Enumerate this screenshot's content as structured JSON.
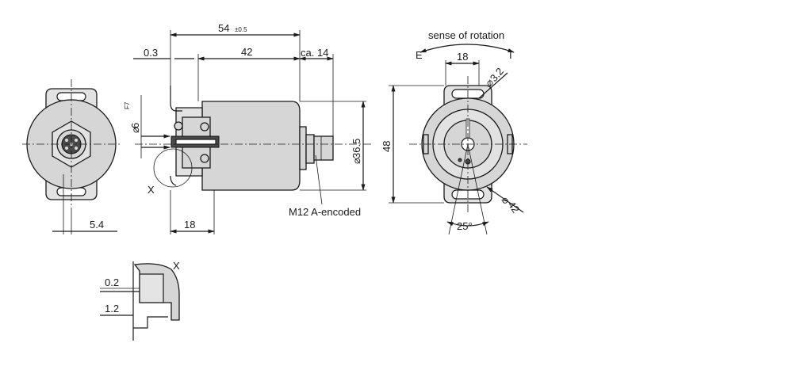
{
  "drawing": {
    "dim_overall_length": "54",
    "dim_overall_tol": "±0.5",
    "dim_flange_offset": "0.3",
    "dim_body_length": "42",
    "dim_connector": "ca. 14",
    "dim_shaft_dia": "6",
    "dim_shaft_tol": "F7",
    "dim_housing_dia": "36.5",
    "dim_front_length": "18",
    "dim_bottom_left": "5.4",
    "label_connector": "M12 A-encoded",
    "label_detail_x_side": "X",
    "label_detail_x": "X",
    "sense_of_rotation": "sense of rotation",
    "rot_e": "E",
    "rot_i": "I",
    "dim_slot_spacing": "18",
    "dim_slot_dia": "3.2",
    "dim_height": "48",
    "dim_pcd": "42",
    "dim_angle": "25°",
    "dim_detail_02": "0.2",
    "dim_detail_12": "1.2",
    "diameter_symbol": "⌀"
  }
}
